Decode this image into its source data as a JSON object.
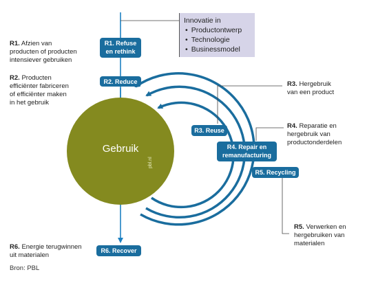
{
  "innovation": {
    "title": "Innovatie in",
    "items": [
      "Productontwerp",
      "Technologie",
      "Businessmodel"
    ]
  },
  "center_label": "Gebruik",
  "watermark": "pbl.nl",
  "badges": {
    "r1": "R1. Refuse\nen rethink",
    "r2": "R2. Reduce",
    "r3": "R3. Reuse",
    "r4": "R4. Repair en\nremanufacturing",
    "r5": "R5. Recycling",
    "r6": "R6. Recover"
  },
  "descriptions": {
    "r1_code": "R1.",
    "r1_text": "Afzien van\nproducten of producten\nintensiever gebruiken",
    "r2_code": "R2.",
    "r2_text": "Producten\nefficiënter fabriceren\nof efficiënter maken\nin het gebruik",
    "r3_code": "R3.",
    "r3_text": "Hergebruik\nvan een product",
    "r4_code": "R4.",
    "r4_text": "Reparatie en\nhergebruik van\nproductonderdelen",
    "r5_code": "R5.",
    "r5_text": "Verwerken en\nhergebruiken van\nmaterialen",
    "r6_code": "R6.",
    "r6_text": "Energie terugwinnen\nuit materialen"
  },
  "source": "Bron: PBL",
  "colors": {
    "circle": "#848a1f",
    "flow": "#1e81c2",
    "badge": "#1a6d9e",
    "innovation_bg": "#d6d4e8"
  }
}
